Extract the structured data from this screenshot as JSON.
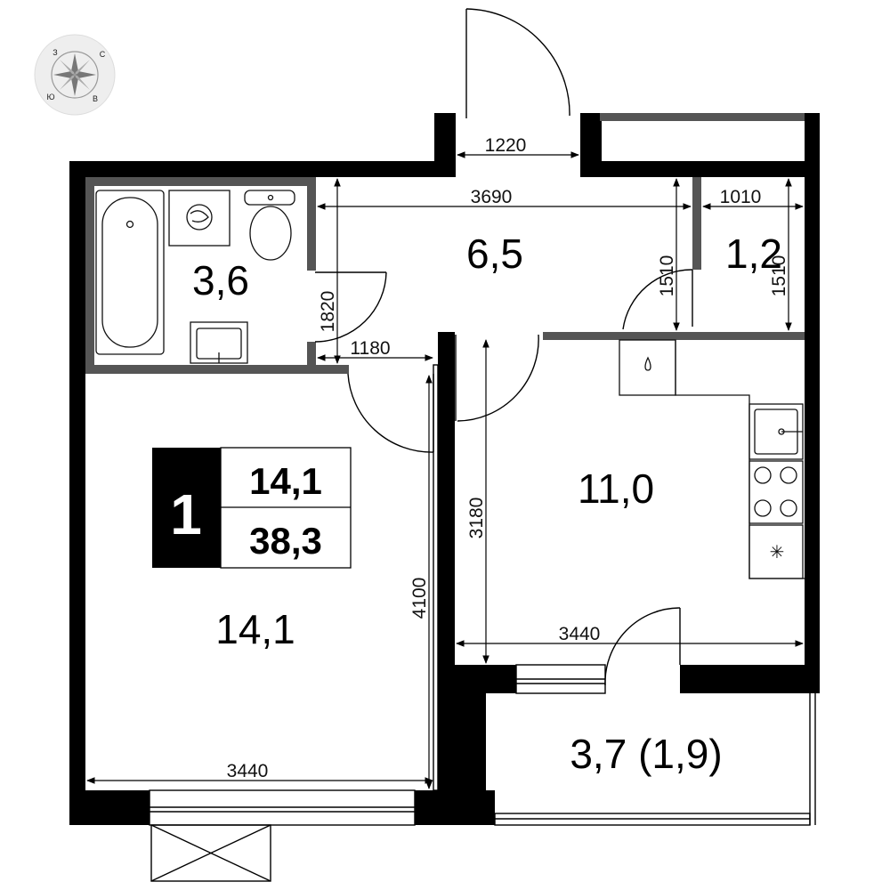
{
  "compass": {
    "letters": [
      "З",
      "С",
      "В",
      "Ю"
    ]
  },
  "summary": {
    "rooms_count": "1",
    "living_area": "14,1",
    "total_area": "38,3"
  },
  "rooms": {
    "bathroom": "3,6",
    "hall": "6,5",
    "storage": "1,2",
    "kitchen": "11,0",
    "living": "14,1",
    "balcony": "3,7 (1,9)"
  },
  "dimensions": {
    "entrance_width": "1220",
    "hall_width": "3690",
    "storage_width": "1010",
    "storage_height_left": "1510",
    "storage_height_right": "1510",
    "bath_door_height": "1820",
    "corridor_width": "1180",
    "kitchen_depth": "3180",
    "kitchen_width": "3440",
    "living_depth": "4100",
    "living_width": "3440"
  },
  "colors": {
    "wall": "#000000",
    "partition": "#555555",
    "background": "#ffffff"
  }
}
